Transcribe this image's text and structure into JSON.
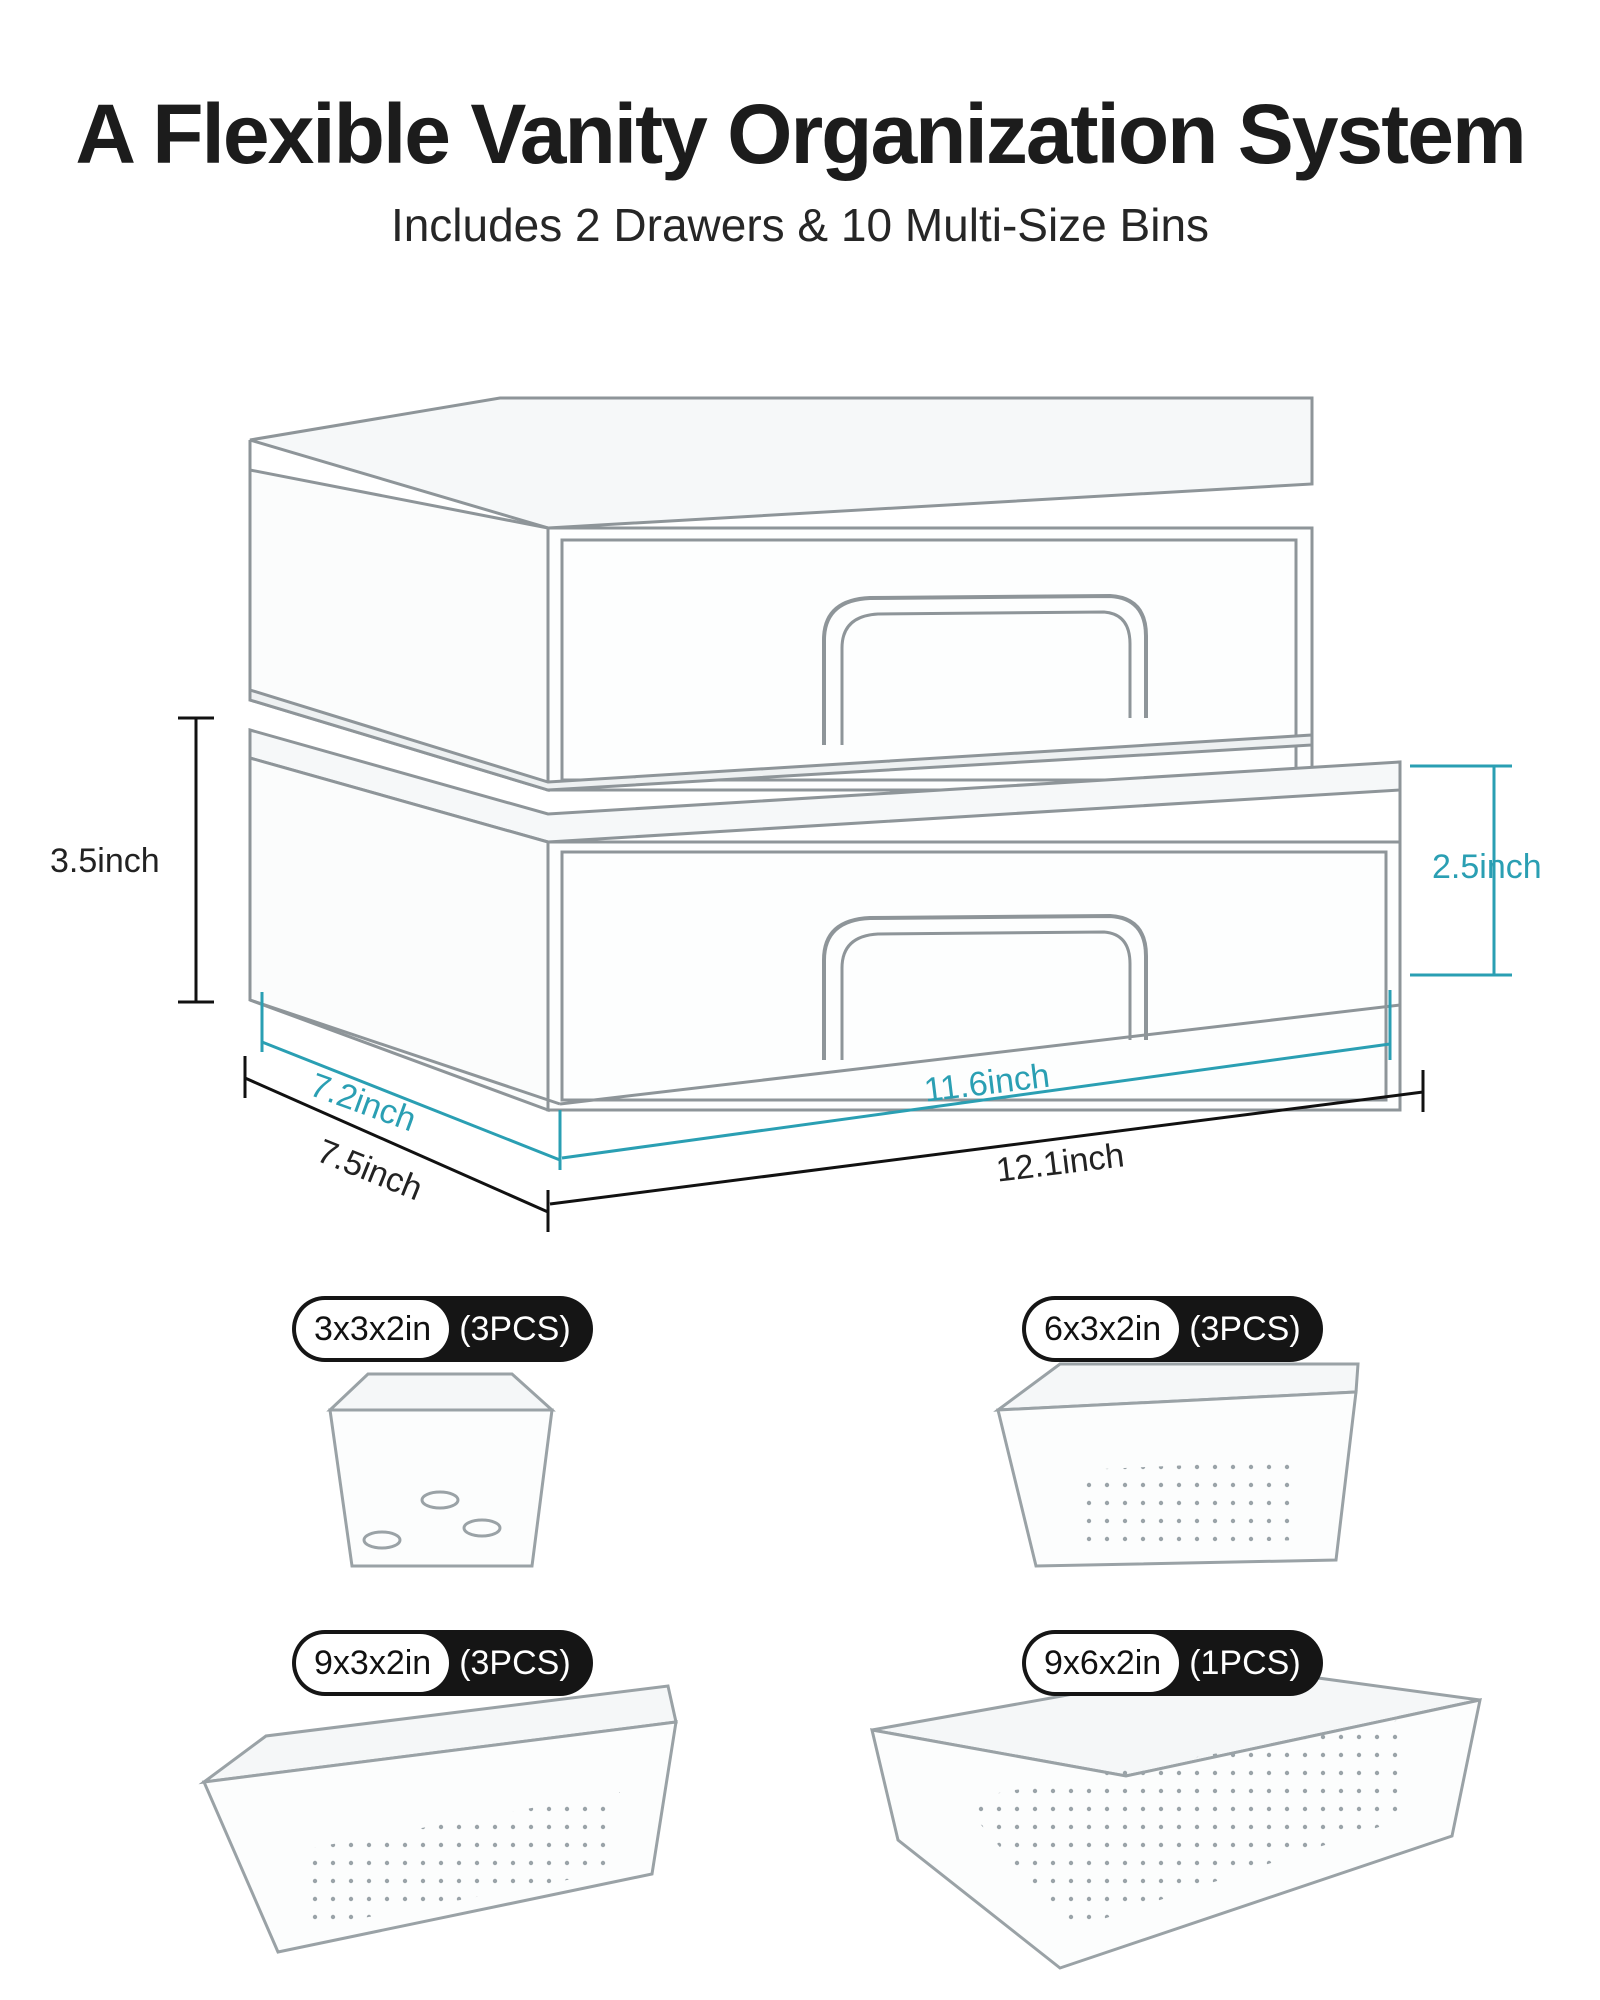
{
  "header": {
    "title": "A Flexible Vanity Organization System",
    "subtitle": "Includes 2 Drawers & 10 Multi-Size Bins"
  },
  "dimensions": {
    "height_outer": "3.5inch",
    "height_inner": "2.5inch",
    "depth_inner": "7.2inch",
    "depth_outer": "7.5inch",
    "width_inner": "11.6inch",
    "width_outer": "12.1inch"
  },
  "bins": [
    {
      "size": "3x3x2in",
      "qty": "(3PCS)"
    },
    {
      "size": "6x3x2in",
      "qty": "(3PCS)"
    },
    {
      "size": "9x3x2in",
      "qty": "(3PCS)"
    },
    {
      "size": "9x6x2in",
      "qty": "(1PCS)"
    }
  ],
  "colors": {
    "accent": "#2a9fb3",
    "text": "#1c1c1c",
    "pill": "#151515"
  }
}
